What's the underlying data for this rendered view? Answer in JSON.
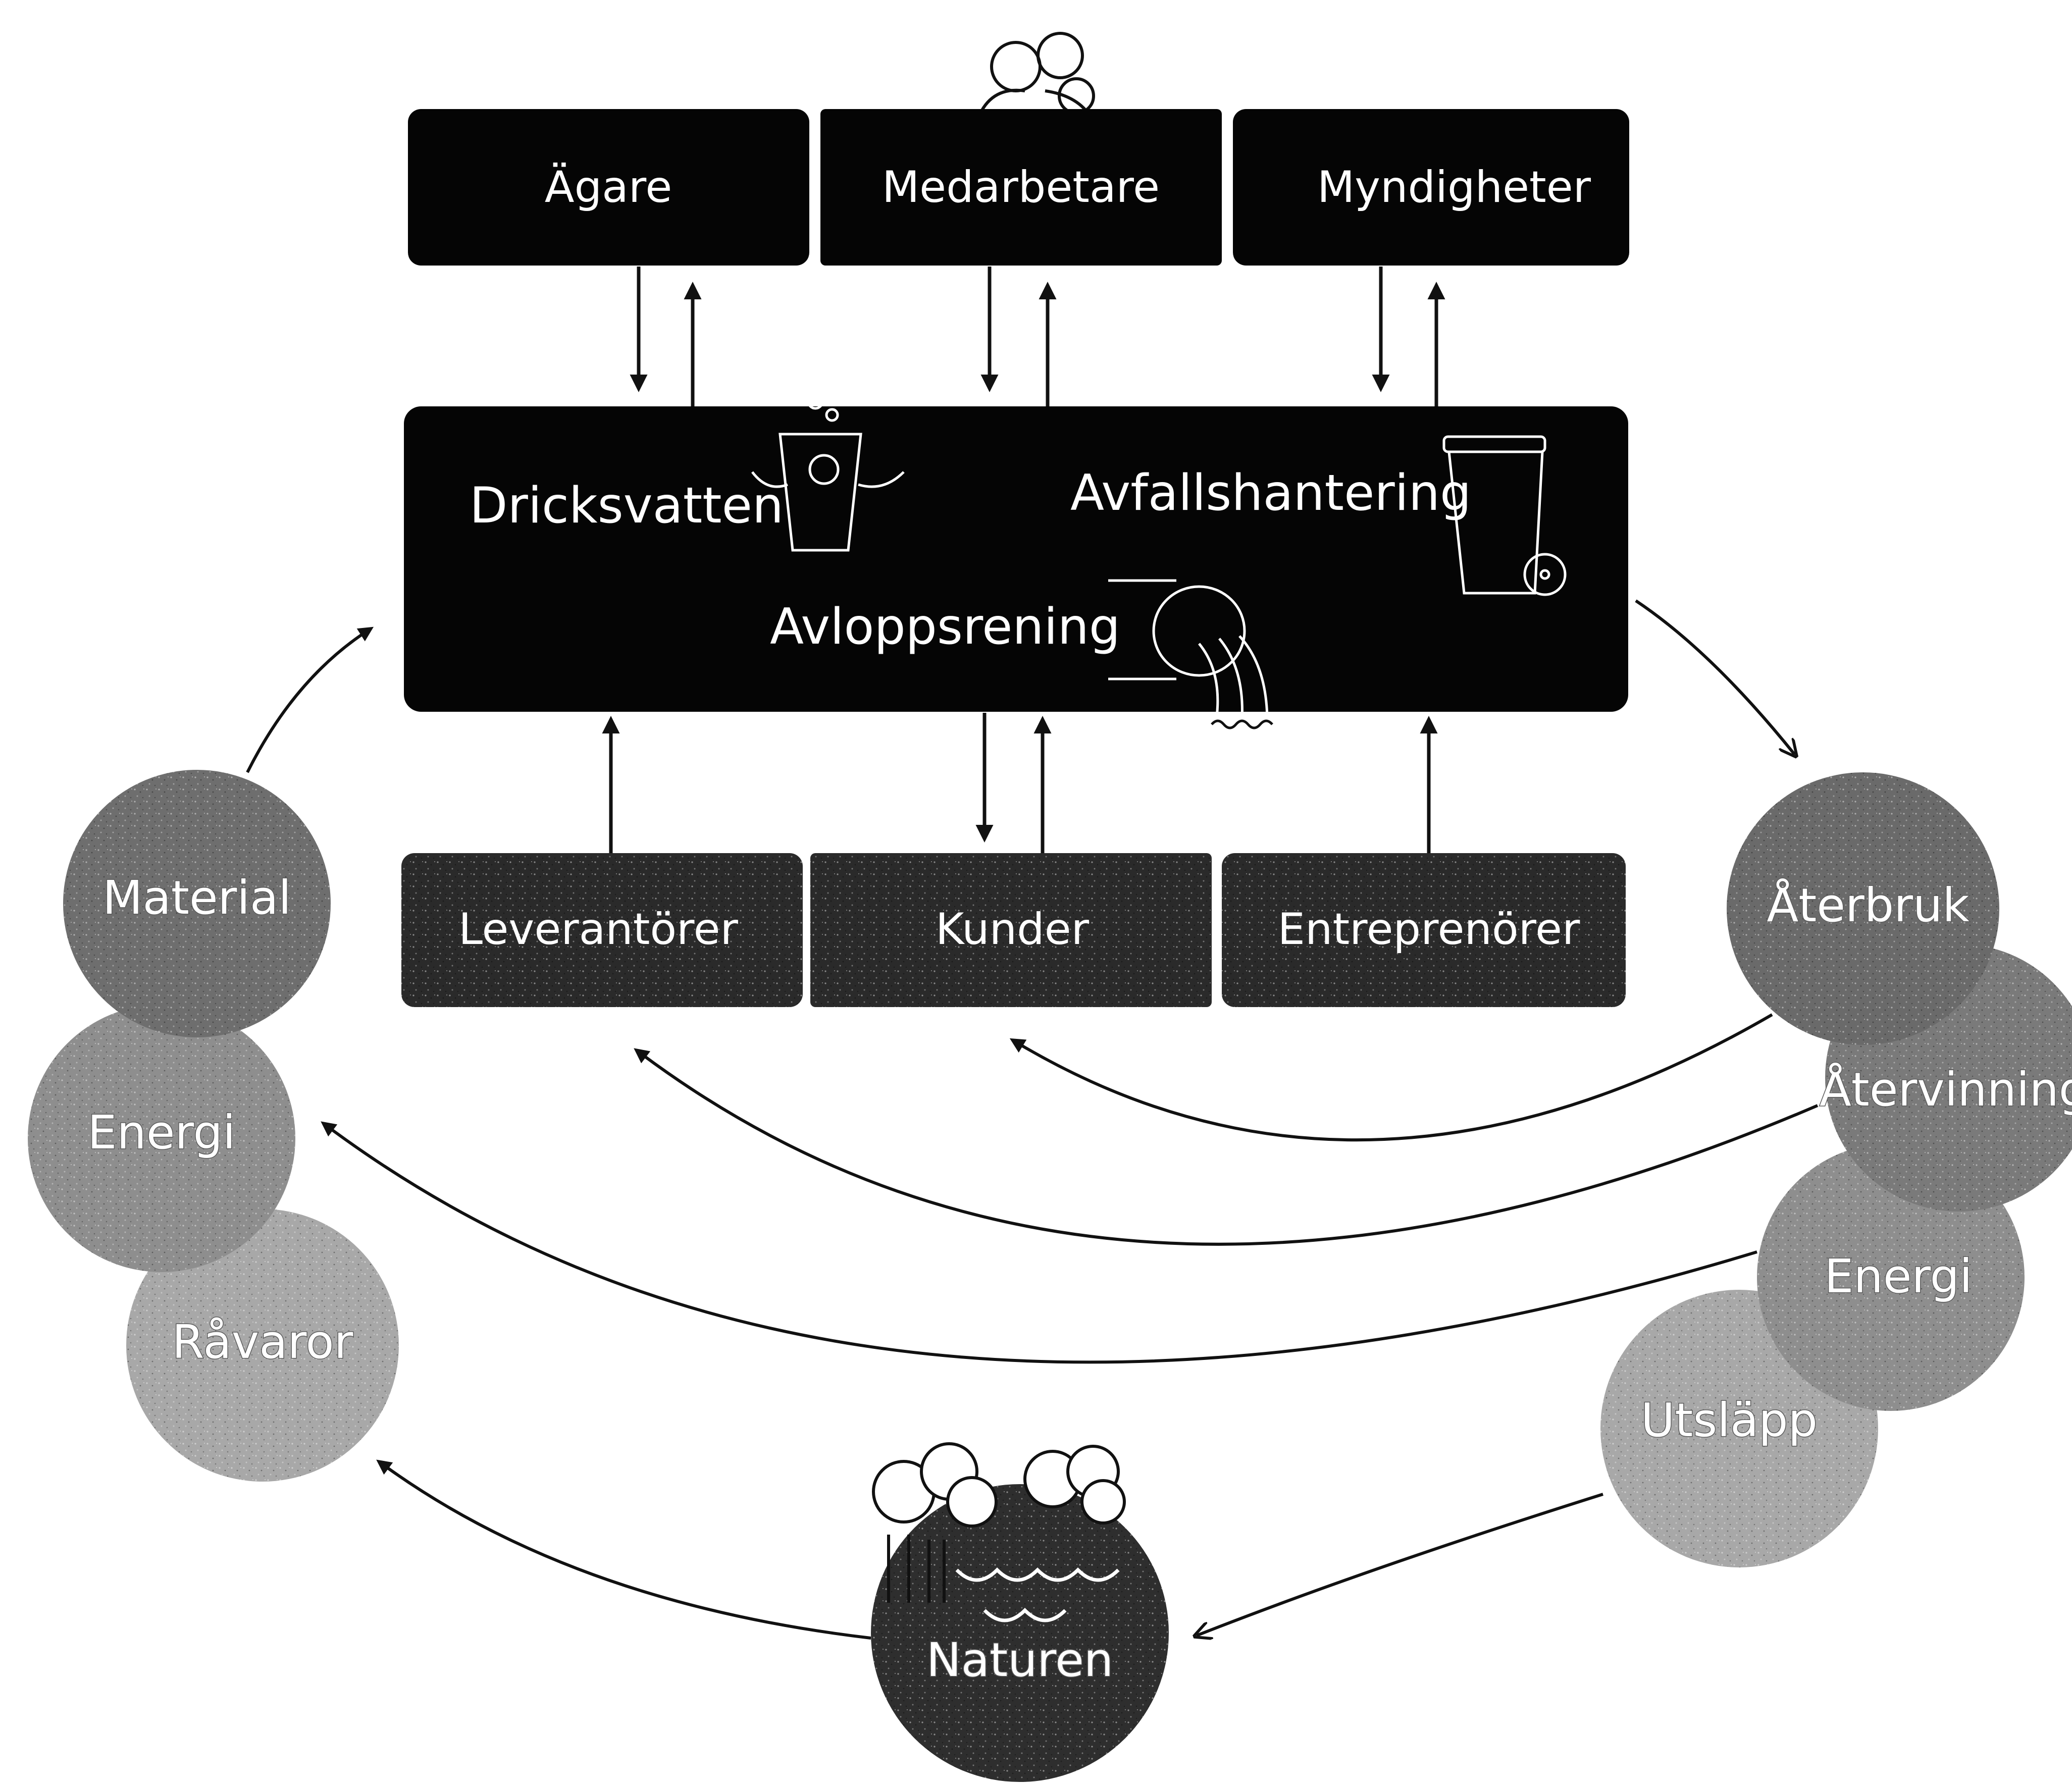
{
  "stakeholders_top": [
    "Ägare",
    "Medarbetare",
    "Myndigheter"
  ],
  "core_services": {
    "drinking_water": "Dricksvatten",
    "waste_management": "Avfallshantering",
    "wastewater": "Avloppsrening"
  },
  "stakeholders_bottom": [
    "Leverantörer",
    "Kunder",
    "Entreprenörer"
  ],
  "inputs": [
    "Material",
    "Energi",
    "Råvaror"
  ],
  "outputs": [
    "Återbruk",
    "Återvinning",
    "Energi",
    "Utsläpp"
  ],
  "nature": "Naturen",
  "colors": {
    "box": "#050505",
    "box_bottom": "#2a2a2a",
    "circle_light": "#9a9a9a",
    "circle_dark": "#3a3a3a",
    "text": "#ffffff",
    "arrow": "#111111"
  }
}
